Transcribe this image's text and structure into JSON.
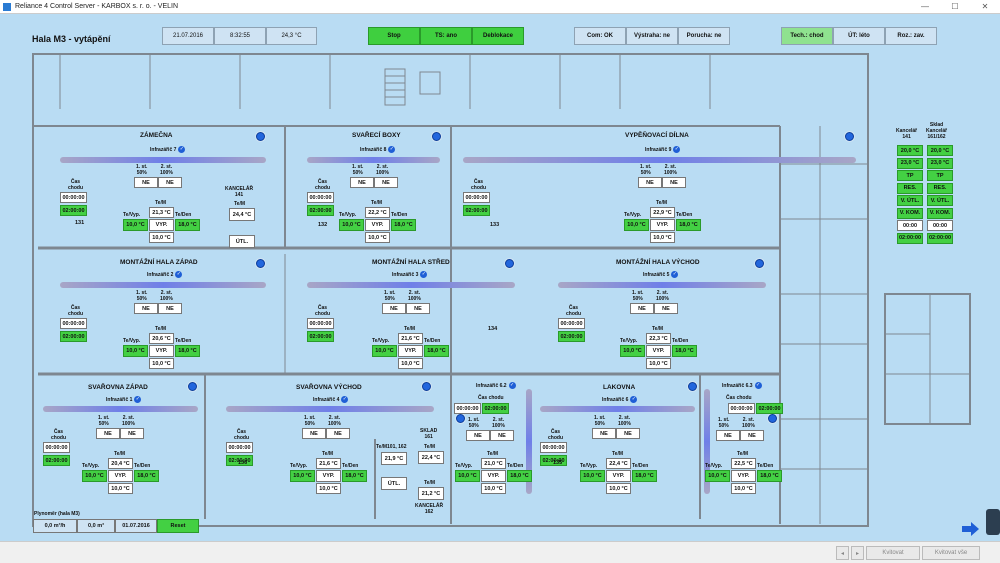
{
  "window": {
    "title": "Reliance 4 Control Server - KARBOX s. r. o. - VELIN"
  },
  "header": {
    "title": "Hala M3 - vytápění",
    "date": "21.07.2016",
    "time": "8:32:55",
    "temp": "24,3 °C",
    "stop": "Stop",
    "ts": "TS: ano",
    "deblokace": "Deblokace",
    "com": "Com: OK",
    "vystraha": "Výstraha: ne",
    "porucha": "Porucha: ne",
    "tech": "Tech.: chod",
    "ut": "ÚT: léto",
    "roz": "Roz.: zav."
  },
  "common": {
    "cas": "Čas",
    "chodu": "chodu",
    "time0": "00:00:00",
    "time2": "02:00:00",
    "st1": "1. st.",
    "st2": "2. st.",
    "p50": "50%",
    "p100": "100%",
    "ne": "NE",
    "tem": "Te/M",
    "tevyp": "Te/Vyp.",
    "teden": "Te/Den",
    "vyp": "VYP.",
    "t10": "10,0 °C",
    "t18": "18,0 °C",
    "utl": "ÚTL."
  },
  "zones": [
    {
      "name": "ZÁMEČNA",
      "inf": "Infrazářič 7",
      "tem": "21,3 °C",
      "room": "131"
    },
    {
      "name": "SVAŘECÍ BOXY",
      "inf": "Infrazářič 8",
      "tem": "22,2 °C",
      "room": "132"
    },
    {
      "name": "VYPĚŇOVACÍ DÍLNA",
      "inf": "Infrazářič 9",
      "tem": "22,9 °C",
      "room": "133"
    },
    {
      "name": "MONTÁŽNÍ HALA ZÁPAD",
      "inf": "Infrazářič 2",
      "tem": "20,6 °C",
      "room": ""
    },
    {
      "name": "MONTÁŽNÍ HALA STŘED",
      "inf": "Infrazářič 3",
      "tem": "21,6 °C",
      "room": "134"
    },
    {
      "name": "MONTÁŽNÍ HALA VÝCHOD",
      "inf": "Infrazářič 5",
      "tem": "22,3 °C",
      "room": ""
    },
    {
      "name": "SVAŘOVNA ZÁPAD",
      "inf": "Infrazářič 1",
      "tem": "20,4 °C",
      "room": ""
    },
    {
      "name": "SVAŘOVNA VÝCHOD",
      "inf": "Infrazářič 4",
      "tem": "21,6 °C",
      "room": "136"
    },
    {
      "name": "",
      "inf": "Infrazářič 6.2",
      "tem": "21,0 °C",
      "room": ""
    },
    {
      "name": "LAKOVNA",
      "inf": "Infrazářič 6",
      "tem": "22,4 °C",
      "room": "135"
    },
    {
      "name": "",
      "inf": "Infrazářič 6.3",
      "tem": "22,5 °C",
      "room": ""
    }
  ],
  "small": {
    "kanc141": "KANCELÁŘ",
    "kanc141n": "141",
    "kanc_tem": "24,4 °C",
    "temd": "Te/M101, 162",
    "temd_v": "21,9 °C",
    "sklad": "SKLAD",
    "sklad_n": "161",
    "sklad_v": "22,4 °C",
    "kanc162": "KANCELÁŘ",
    "kanc162n": "162",
    "kanc162_v": "21,2 °C"
  },
  "right": {
    "k141a": "Kancelář",
    "k141b": "141",
    "sk_a": "Sklad",
    "sk_b": "Kancelář",
    "sk_c": "161/162",
    "v1": "20,0 °C",
    "v2": "23,0 °C",
    "tp": "TP",
    "res": "RES.",
    "vutl": "V. ÚTL.",
    "vkom": "V. KOM.",
    "hours": "00:00",
    "t2": "02:00:00"
  },
  "plyn": {
    "label": "Plynoměr (hala M3)",
    "flow": "0,0 m³/h",
    "vol": "0,0 m³",
    "date": "01.07.2016",
    "reset": "Reset"
  },
  "status": {
    "kvitovat": "Kvitovat",
    "kvitovat_vse": "Kvitovat vše"
  }
}
